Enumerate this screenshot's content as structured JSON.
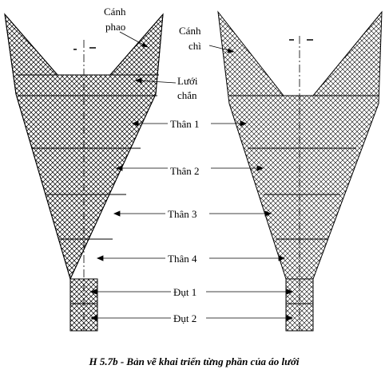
{
  "figure": {
    "caption": "H 5.7b - Bản vẽ khai triển từng phần của áo lưới",
    "labels": {
      "canh_phao_1": "Cánh",
      "canh_phao_2": "phao",
      "canh_chi_1": "Cánh",
      "canh_chi_2": "chì",
      "luoi_chan_1": "Lưới",
      "luoi_chan_2": "chắn",
      "than_1": "Thân 1",
      "than_2": "Thân 2",
      "than_3": "Thân 3",
      "than_4": "Thân 4",
      "dut_1": "Đụt 1",
      "dut_2": "Đụt 2"
    },
    "mesh_pattern": "diagonal-crosshatch",
    "colors": {
      "line": "#000000",
      "background": "#ffffff"
    }
  }
}
